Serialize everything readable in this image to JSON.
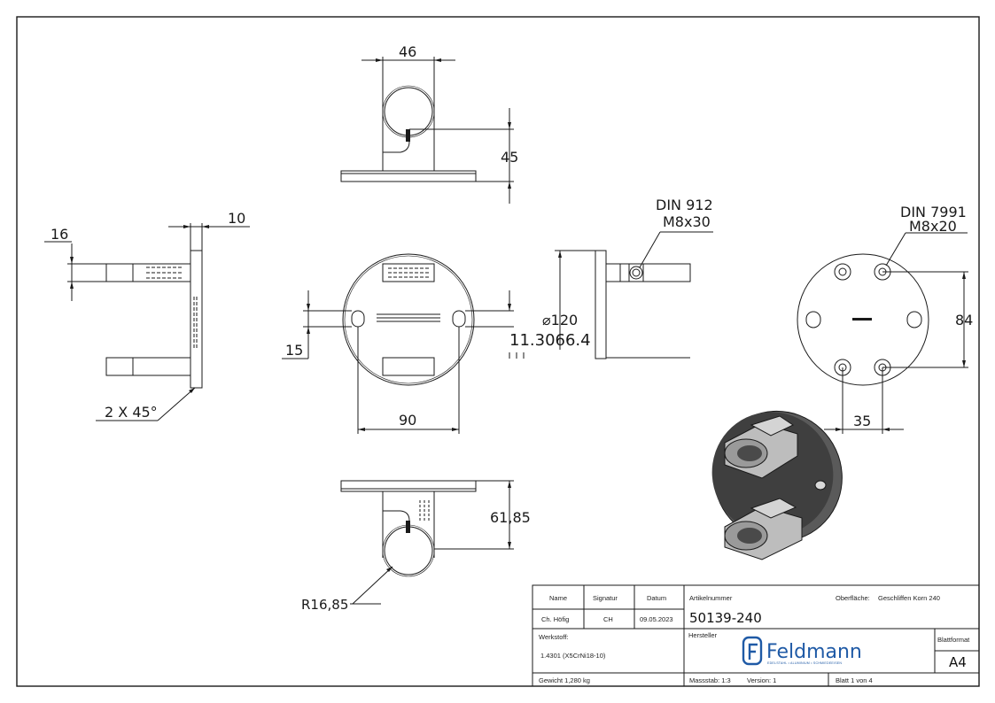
{
  "dimensions": {
    "top_width": "46",
    "top_height": "45",
    "side_thickness": "10",
    "side_offset": "16",
    "chamfer": "2 X 45°",
    "slot_height": "15",
    "slot_spacing": "90",
    "diameter": "⌀120",
    "overlay_value": "11.3066.4",
    "screw_din": "DIN 912",
    "screw_size": "M8x30",
    "washer_din": "DIN 7991",
    "washer_size": "M8x20",
    "hole_vertical": "84",
    "hole_horizontal": "35",
    "bottom_height": "61,85",
    "radius": "R16,85"
  },
  "title_block": {
    "name_label": "Name",
    "signatur_label": "Signatur",
    "datum_label": "Datum",
    "artikelnummer_label": "Artikelnummer",
    "oberflaeche_label": "Oberfläche:",
    "oberflaeche_value": "Geschliffen Korn 240",
    "name_value": "Ch. Höfig",
    "signatur_value": "CH",
    "datum_value": "09.05.2023",
    "artikelnummer_value": "50139-240",
    "werkstoff_label": "Werkstoff:",
    "werkstoff_value": "1.4301 (X5CrNi18-10)",
    "hersteller_label": "Hersteller",
    "logo_name": "Feldmann",
    "logo_tagline": "EDELSTAHL • ALUMINIUM • SCHMIEDEEISEN",
    "blattformat_label": "Blattformat",
    "blattformat_value": "A4",
    "gewicht": "Gewicht 1,280 kg",
    "massstab": "Massstab: 1:3",
    "version": "Version: 1",
    "blatt": "Blatt 1 von 4"
  },
  "colors": {
    "line": "#1a1a1a",
    "logo": "#1f5aa6",
    "iso_dark": "#4a4a4a",
    "iso_light": "#bdbdbd"
  }
}
